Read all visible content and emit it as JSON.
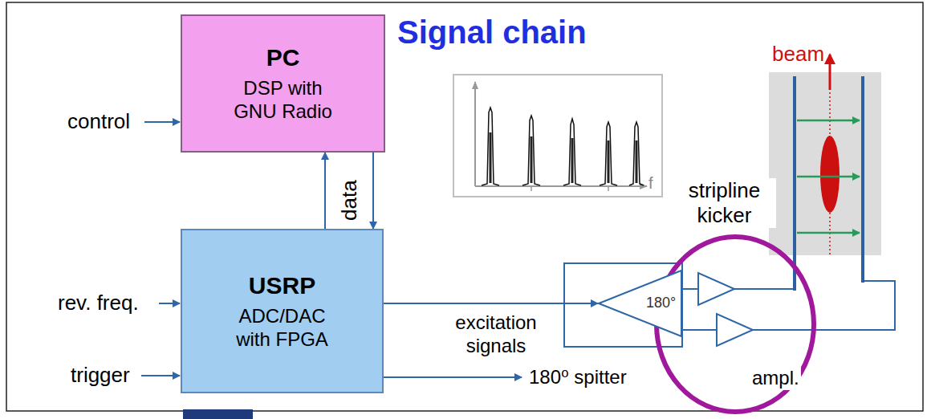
{
  "diagram": {
    "title": "Signal chain",
    "nodes": [
      {
        "text": [
          "PC",
          "DSP with GNU Radio"
        ]
      },
      {
        "text": [
          "USRP",
          "ADC/DAC with FPGA"
        ]
      },
      {
        "text": [
          "180°"
        ]
      }
    ],
    "edges": [
      {
        "from": 1,
        "to": 0,
        "arrow": "to"
      },
      {
        "from": 0,
        "to": 1,
        "arrow": "to"
      },
      {
        "from": 1,
        "to": 2,
        "arrow": "to"
      }
    ],
    "labels": [
      "control",
      "data",
      "rev. freq.",
      "trigger",
      "excitation signals",
      "180⁰ spitter",
      "ampl.",
      "stripline kicker",
      "beam",
      "f"
    ]
  }
}
